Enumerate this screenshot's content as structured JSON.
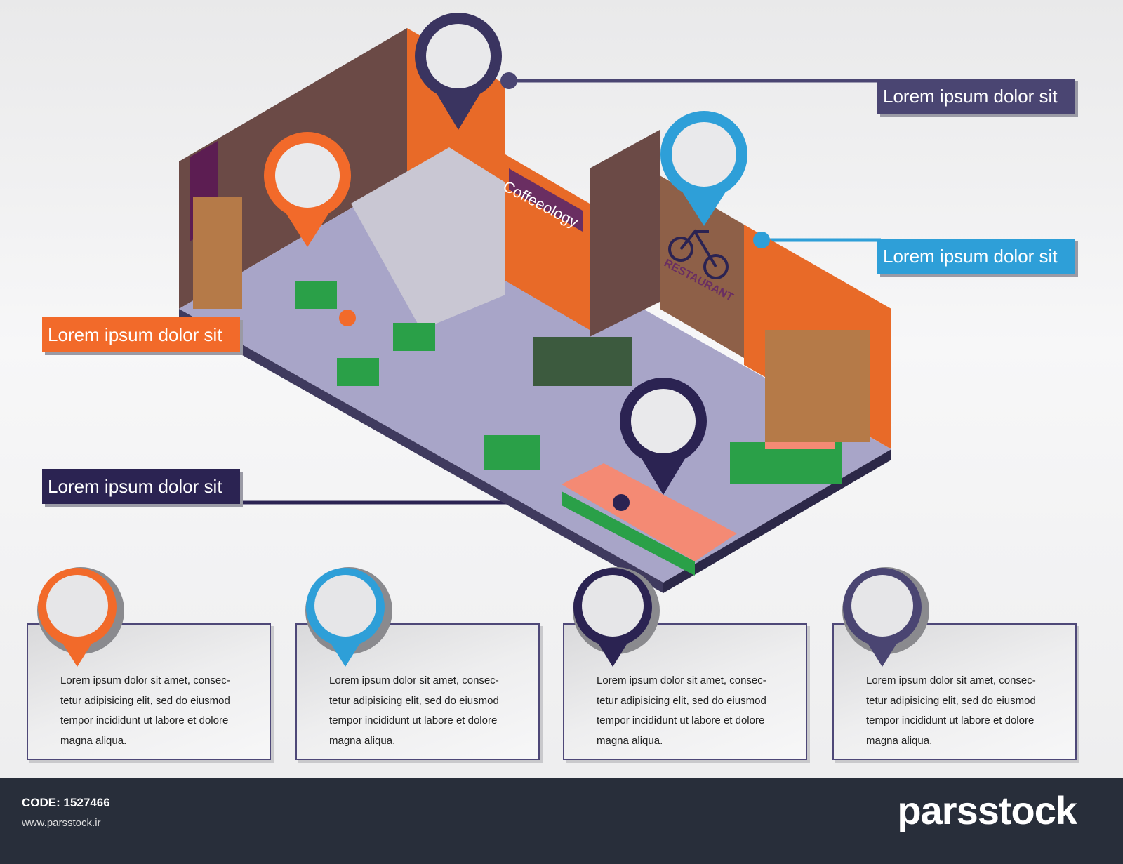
{
  "callouts": [
    {
      "text": "Lorem ipsum dolor sit",
      "color": "#4a4572"
    },
    {
      "text": "Lorem ipsum dolor sit",
      "color": "#2e9fd8"
    },
    {
      "text": "Lorem ipsum dolor sit",
      "color": "#f26a2a"
    },
    {
      "text": "Lorem ipsum dolor sit",
      "color": "#2b2352"
    }
  ],
  "illustration": {
    "shop_sign": "Coffeeology",
    "restaurant_sign": "RESTAURANT"
  },
  "cards": [
    {
      "text": "Lorem ipsum dolor sit amet, consec-tetur adipisicing elit, sed do eiusmod tempor incididunt ut labore et dolore magna aliqua.",
      "pin_color": "#f26a2a"
    },
    {
      "text": "Lorem ipsum dolor sit amet, consec-tetur adipisicing elit, sed do eiusmod tempor incididunt ut labore et dolore magna aliqua.",
      "pin_color": "#2e9fd8"
    },
    {
      "text": "Lorem ipsum dolor sit amet, consec-tetur adipisicing elit, sed do eiusmod tempor incididunt ut labore et dolore magna aliqua.",
      "pin_color": "#2b2352"
    },
    {
      "text": "Lorem ipsum dolor sit amet, consec-tetur adipisicing elit, sed do eiusmod tempor incididunt ut labore et dolore magna aliqua.",
      "pin_color": "#4a4572"
    }
  ],
  "footer": {
    "code": "CODE: 1527466",
    "url": "www.parsstock.ir",
    "logo": "parsstock"
  }
}
